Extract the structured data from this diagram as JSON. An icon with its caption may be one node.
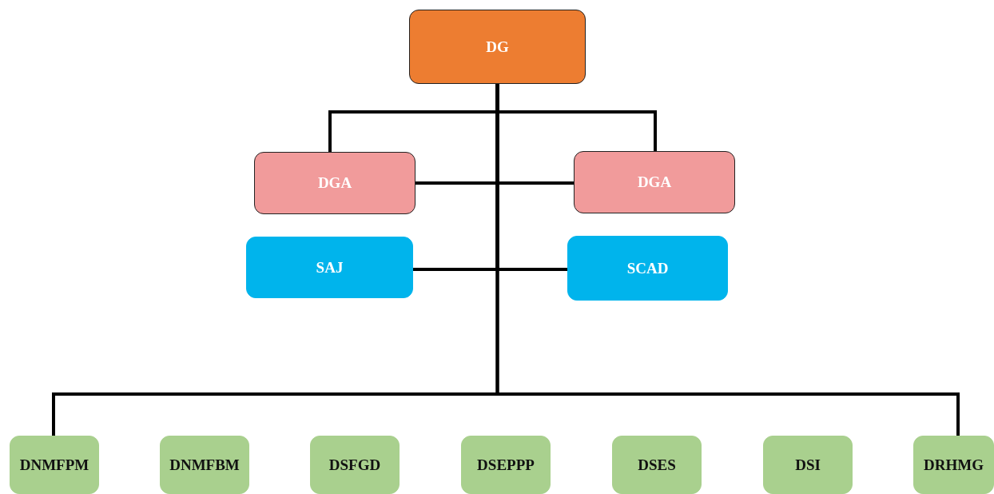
{
  "diagram": {
    "nodes": [
      {
        "text": [
          "DG"
        ]
      },
      {
        "text": [
          "DGA"
        ]
      },
      {
        "text": [
          "DGA"
        ]
      },
      {
        "text": [
          "SAJ"
        ]
      },
      {
        "text": [
          "SCAD"
        ]
      },
      {
        "text": [
          "DNMFPM"
        ]
      },
      {
        "text": [
          "DNMFBM"
        ]
      },
      {
        "text": [
          "DSFGD"
        ]
      },
      {
        "text": [
          "DSEPPP"
        ]
      },
      {
        "text": [
          "DSES"
        ]
      },
      {
        "text": [
          "DSI"
        ]
      },
      {
        "text": [
          "DRHMG"
        ]
      }
    ],
    "edges": [
      {
        "from": 0,
        "to": 1,
        "arrow": "none"
      },
      {
        "from": 0,
        "to": 2,
        "arrow": "none"
      },
      {
        "from": 0,
        "to": 1,
        "arrow": "none"
      },
      {
        "from": 0,
        "to": 2,
        "arrow": "none"
      },
      {
        "from": 0,
        "to": 3,
        "arrow": "none"
      },
      {
        "from": 0,
        "to": 4,
        "arrow": "none"
      },
      {
        "from": 0,
        "to": 5,
        "arrow": "none"
      },
      {
        "from": 0,
        "to": 11,
        "arrow": "none"
      }
    ]
  }
}
